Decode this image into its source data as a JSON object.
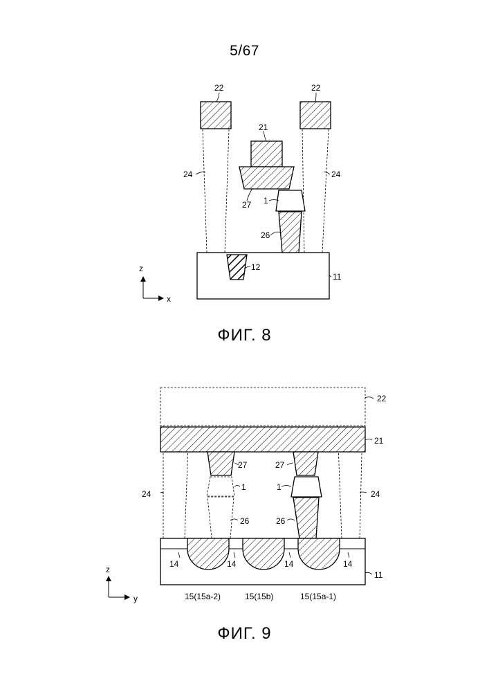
{
  "page_number": "5/67",
  "figure8": {
    "caption": "ФИГ. 8",
    "labels": {
      "l22a": "22",
      "l22b": "22",
      "l21": "21",
      "l24a": "24",
      "l24b": "24",
      "l27": "27",
      "l1": "1",
      "l26": "26",
      "l12": "12",
      "l11": "11",
      "axis_z": "z",
      "axis_x": "x"
    }
  },
  "figure9": {
    "caption": "ФИГ. 9",
    "labels": {
      "l22": "22",
      "l21": "21",
      "l27a": "27",
      "l27b": "27",
      "l1a": "1",
      "l1b": "1",
      "l24a": "24",
      "l24b": "24",
      "l26a": "26",
      "l26b": "26",
      "l14a": "14",
      "l14b": "14",
      "l14c": "14",
      "l14d": "14",
      "l11": "11",
      "l15a": "15(15a-2)",
      "l15b": "15(15b)",
      "l15c": "15(15a-1)",
      "axis_z": "z",
      "axis_y": "y"
    }
  }
}
